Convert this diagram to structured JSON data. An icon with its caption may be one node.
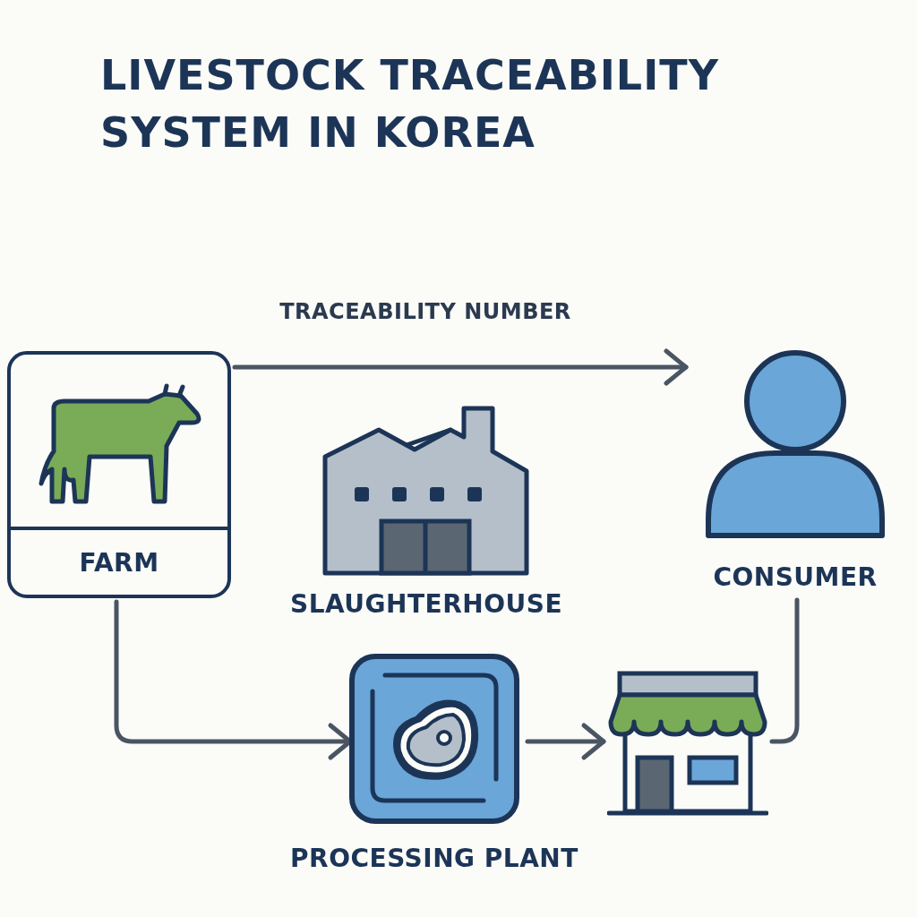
{
  "diagram": {
    "title": "LIVESTOCK TRACEABILITY SYSTEM IN KOREA",
    "nodes": [
      {
        "text": [
          "FARM"
        ]
      },
      {
        "text": [
          "SLAUGHTERHOUSE"
        ]
      },
      {
        "text": [
          "CONSUMER"
        ]
      },
      {
        "text": [
          "PROCESSING PLANT"
        ]
      },
      {
        "text": [],
        "shape": "picture"
      }
    ],
    "edges": [
      {
        "from": 0,
        "to": 2,
        "arrow": "to",
        "label": "TRACEABILITY NUMBER"
      },
      {
        "from": 0,
        "to": 3,
        "arrow": "to"
      },
      {
        "from": 3,
        "to": 4,
        "arrow": "to"
      },
      {
        "from": 4,
        "to": 2,
        "arrow": "none"
      }
    ]
  }
}
